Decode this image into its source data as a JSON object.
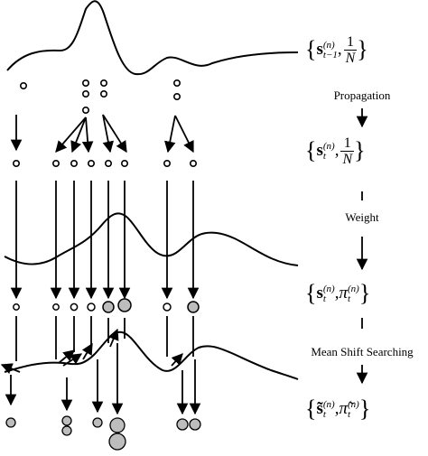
{
  "steps": {
    "propagation": "Propagation",
    "weight": "Weight",
    "mean_shift": "Mean Shift Searching"
  },
  "colors": {
    "ink": "#000000",
    "sample_fill": "#ffffff",
    "weighted_fill": "#bdbdbd"
  }
}
